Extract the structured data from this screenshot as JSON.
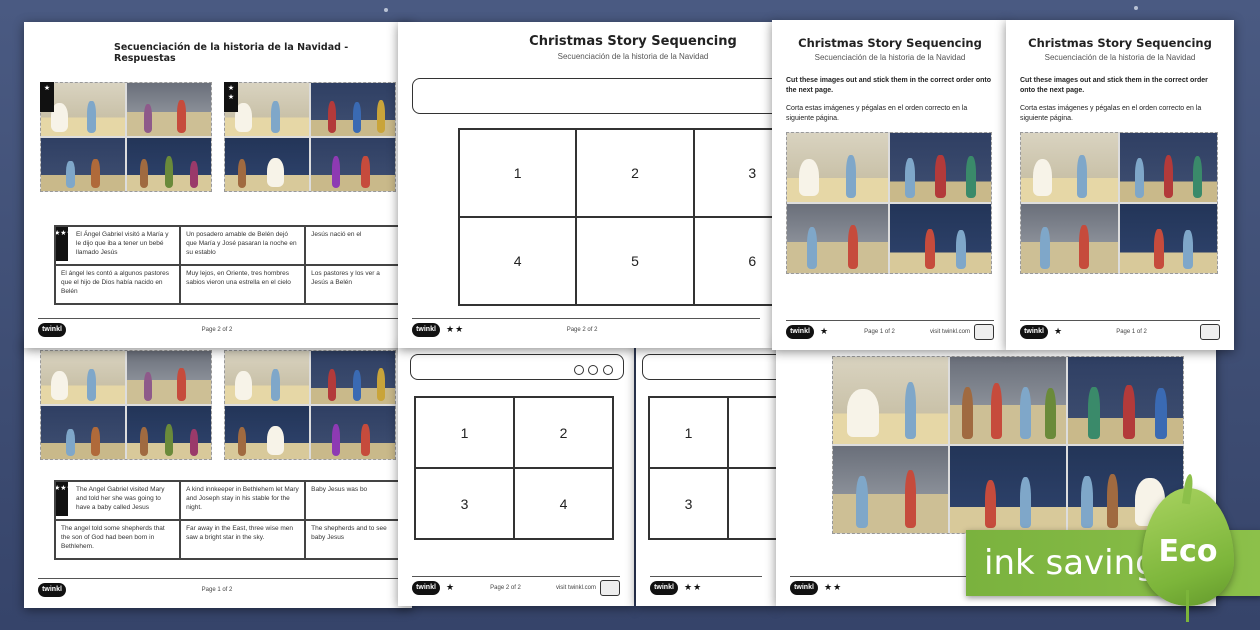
{
  "colors": {
    "background": "#3e4d73",
    "eco_green": "#7ab23e",
    "sheet": "#ffffff"
  },
  "logo_text": "twinkl",
  "sheet_a": {
    "title": "Secuenciación de la historia de la Navidad - Respuestas",
    "cells": [
      "El Ángel Gabriel visitó a María y le dijo que iba a tener un bebé llamado Jesús",
      "Un posadero amable de Belén dejó que María y José pasaran la noche en su establo",
      "Jesús nació en el",
      "El ángel les contó a algunos pastores que el hijo de Dios había nacido en Belén",
      "Muy lejos, en Oriente, tres hombres sabios vieron una estrella en el cielo",
      "Los pastores y los ver a Jesús a Belén"
    ],
    "page": "Page 2 of 2",
    "stars": "★★★"
  },
  "sheet_b": {
    "title": "Christmas Story Sequencing",
    "subtitle": "Secuenciación de la historia de la Navidad",
    "numbers": [
      "1",
      "2",
      "3",
      "4",
      "5",
      "6"
    ],
    "page": "Page 2 of 2",
    "stars": "★★"
  },
  "sheet_c": {
    "title": "Christmas Story Sequencing",
    "subtitle": "Secuenciación de la historia de la Navidad",
    "instr_en": "Cut these images out and stick them in the correct order onto the next page.",
    "instr_es": "Corta estas imágenes y pégalas en el orden correcto en la siguiente página.",
    "page": "Page 1 of 2",
    "url": "visit twinkl.com",
    "stars": "★"
  },
  "sheet_d": {
    "title": "Christmas Story Sequencing",
    "subtitle": "Secuenciación de la historia de la Navidad",
    "instr_en": "Cut these images out and stick them in the correct order onto the next page.",
    "instr_es": "Corta estas imágenes y pégalas en el orden correcto en la siguiente página.",
    "page": "Page 1 of 2",
    "stars": "★"
  },
  "sheet_e": {
    "cells": [
      "The Angel Gabriel visited Mary and told her she was going to have a baby called Jesus",
      "A kind innkeeper in Bethlehem let Mary and Joseph stay in his stable for the night.",
      "Baby Jesus was bo",
      "The angel told some shepherds that the son of God had been born in Bethlehem.",
      "Far away in the East, three wise men saw a bright star in the sky.",
      "The shepherds and to see baby Jesus"
    ],
    "page": "Page 1 of 2",
    "stars": "★★★"
  },
  "sheet_f": {
    "numbers": [
      "1",
      "2",
      "3",
      "4"
    ],
    "page": "Page 2 of 2",
    "url": "visit twinkl.com",
    "stars": "★"
  },
  "sheet_g": {
    "numbers": [
      "1",
      "3"
    ],
    "stars": "★★"
  },
  "sheet_h": {
    "stars": "★★"
  },
  "eco": {
    "banner_text": "ink saving",
    "leaf_text": "Eco"
  }
}
